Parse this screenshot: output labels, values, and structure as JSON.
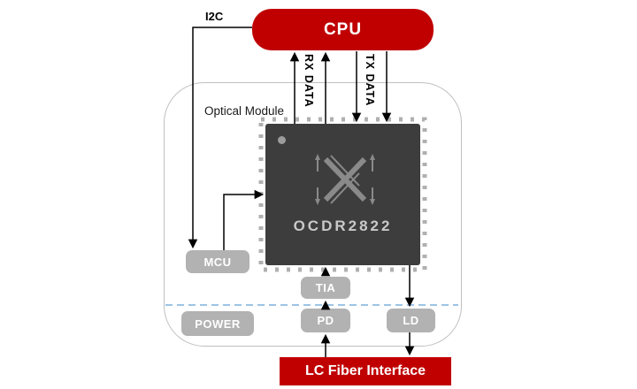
{
  "colors": {
    "accent_red": "#c00000",
    "chip_bg": "#3d3d3d",
    "block_gray": "#b2b2b2",
    "module_border": "#bfbfbf",
    "dashed_divider_blue": "#9dc3e6",
    "connector_black": "#000000",
    "chip_text_gray": "#c9c9c9"
  },
  "cpu": {
    "label": "CPU"
  },
  "labels": {
    "i2c": "I2C",
    "rx_data": "RX DATA",
    "tx_data": "TX DATA"
  },
  "module": {
    "label": "Optical Module"
  },
  "chip": {
    "label": "OCDR2822"
  },
  "blocks": {
    "mcu": "MCU",
    "tia": "TIA",
    "power": "POWER",
    "pd": "PD",
    "ld": "LD"
  },
  "fiber": {
    "label": "LC Fiber Interface"
  }
}
